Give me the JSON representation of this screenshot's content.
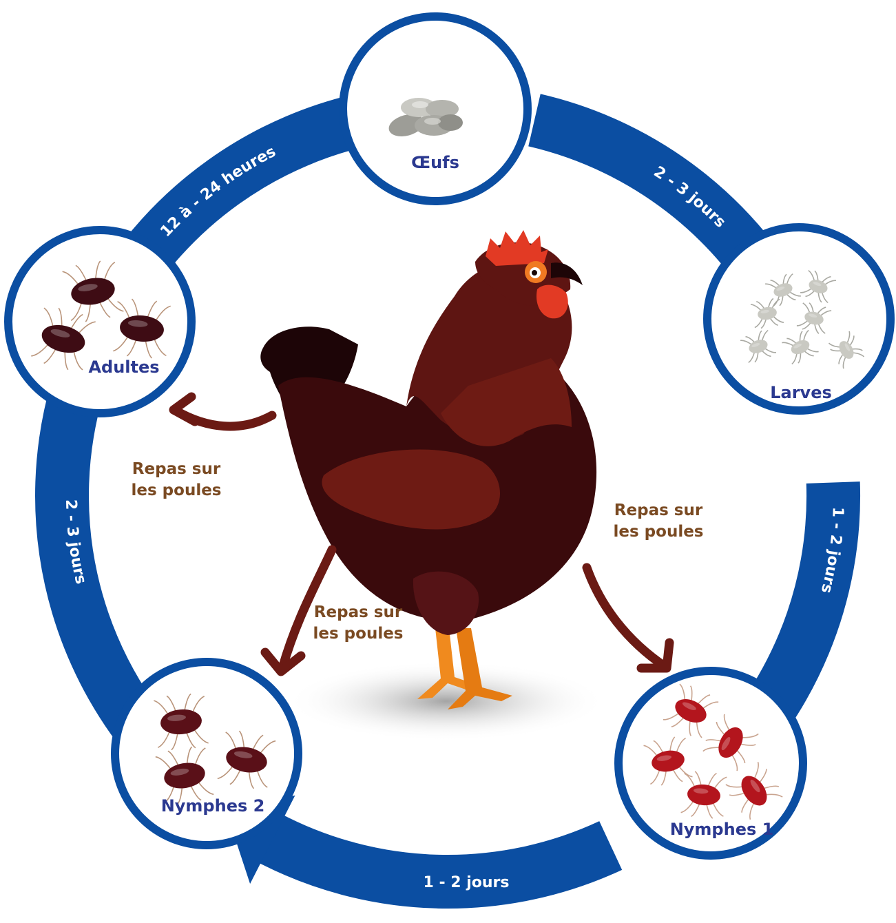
{
  "colors": {
    "cycle_blue": "#0b4ea2",
    "stage_label": "#2b3990",
    "meal_label": "#7a4a22",
    "meal_arrow": "#6b1a14",
    "egg": "#b8b8b2",
    "larva": "#c9c9c2",
    "nymph1": "#b3151d",
    "nymph2": "#5a1018",
    "adult": "#3e0c14",
    "hen_body": "#5e1512",
    "hen_dark": "#3a0a0c",
    "hen_comb": "#e23a24",
    "hen_leg": "#f08a1e"
  },
  "stages": {
    "eggs": "Œufs",
    "larvae": "Larves",
    "nymph1": "Nymphes 1",
    "nymph2": "Nymphes 2",
    "adults": "Adultes"
  },
  "durations": {
    "eggs_to_larvae": "2 - 3 jours",
    "larvae_to_nymph1": "1 - 2 jours",
    "nymph1_to_nymph2": "1 - 2 jours",
    "nymph2_to_adults": "2 - 3 jours",
    "adults_to_eggs": "12 à - 24 heures"
  },
  "meals": {
    "adults": {
      "line1": "Repas sur",
      "line2": "les poules"
    },
    "nymph1": {
      "line1": "Repas sur",
      "line2": "les poules"
    },
    "nymph2": {
      "line1": "Repas sur",
      "line2": "les poules"
    }
  },
  "icons": {
    "center": "hen-icon",
    "eggs": "eggs-icon",
    "larvae": "larva-mite-icon",
    "nymph1": "nymph1-mite-icon",
    "nymph2": "nymph2-mite-icon",
    "adults": "adult-mite-icon"
  }
}
